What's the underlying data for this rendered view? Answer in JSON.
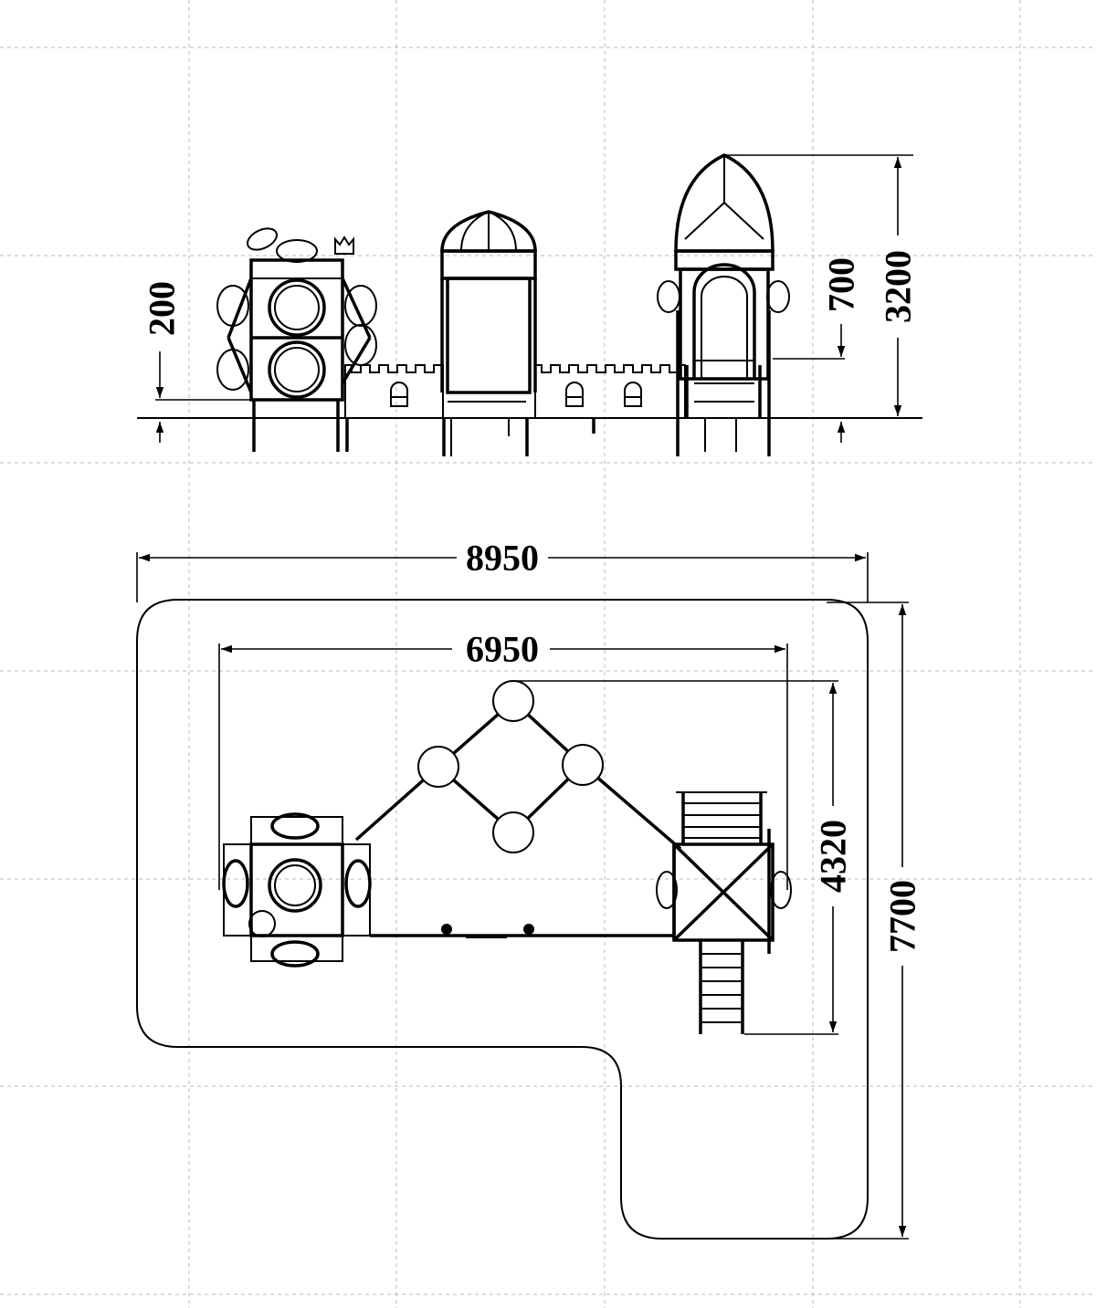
{
  "dimensions": {
    "overall_width": "8950",
    "inner_width": "6950",
    "overall_length": "7700",
    "inner_length": "4320",
    "total_height": "3200",
    "platform_height_right": "700",
    "platform_height_left": "200"
  },
  "colors": {
    "ink": "#000000",
    "grid": "#b8b8b8",
    "background": "#ffffff"
  }
}
